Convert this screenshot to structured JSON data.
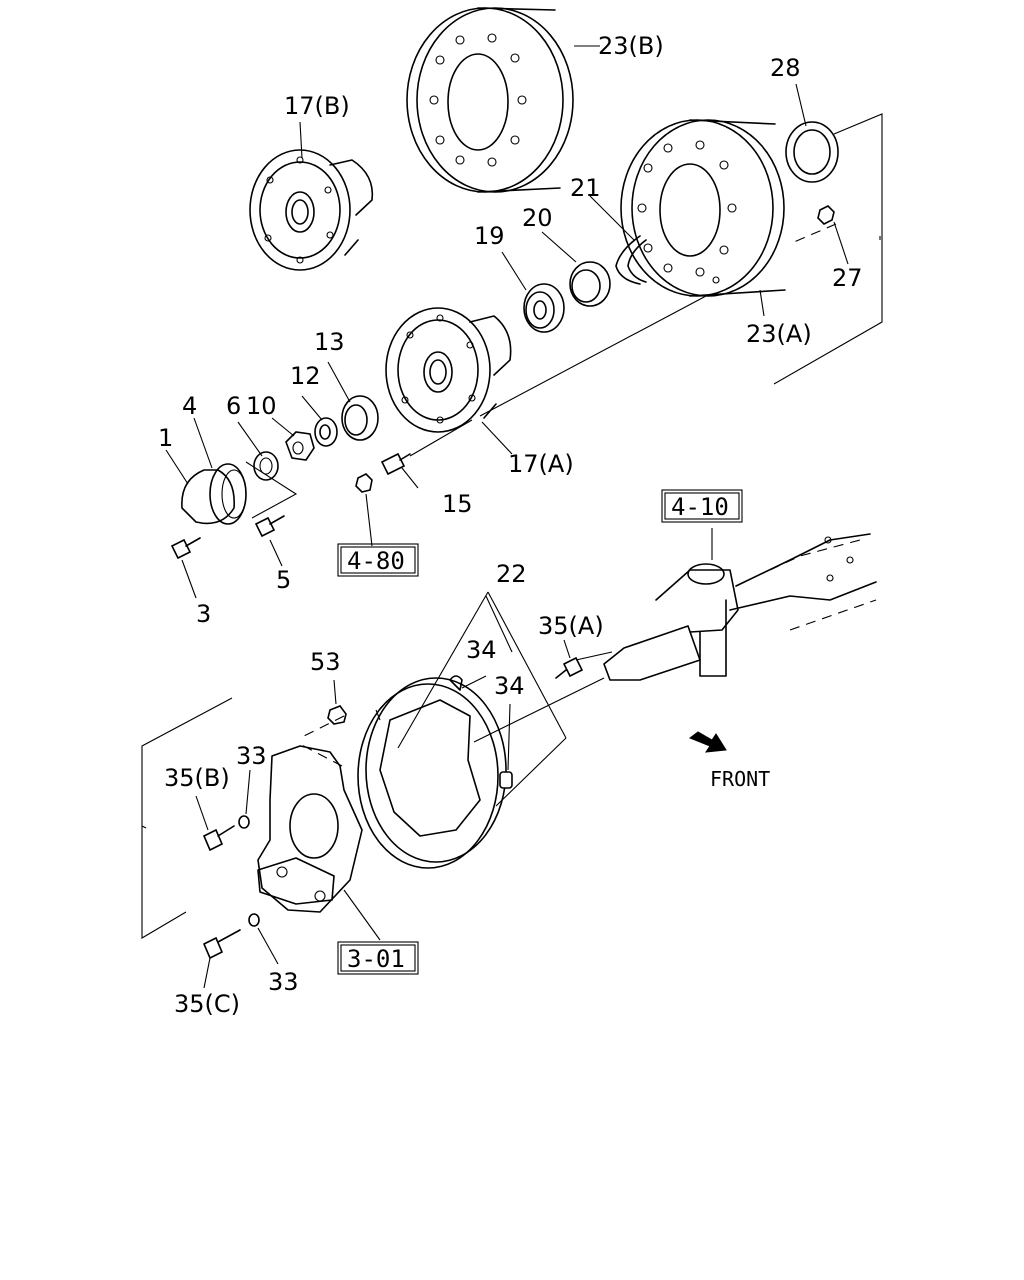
{
  "labels": {
    "l1": "1",
    "l3": "3",
    "l4": "4",
    "l5": "5",
    "l6": "6",
    "l10": "10",
    "l12": "12",
    "l13": "13",
    "l15": "15",
    "l17a": "17(A)",
    "l17b": "17(B)",
    "l19": "19",
    "l20": "20",
    "l21": "21",
    "l22": "22",
    "l23a": "23(A)",
    "l23b": "23(B)",
    "l27": "27",
    "l28": "28",
    "l33a": "33",
    "l33b": "33",
    "l34a": "34",
    "l34b": "34",
    "l35a": "35(A)",
    "l35b": "35(B)",
    "l35c": "35(C)",
    "l53": "53"
  },
  "references": {
    "r480": "4-80",
    "r410": "4-10",
    "r301": "3-01"
  },
  "front": {
    "label": "FRONT",
    "icon": "front-arrow-icon"
  }
}
